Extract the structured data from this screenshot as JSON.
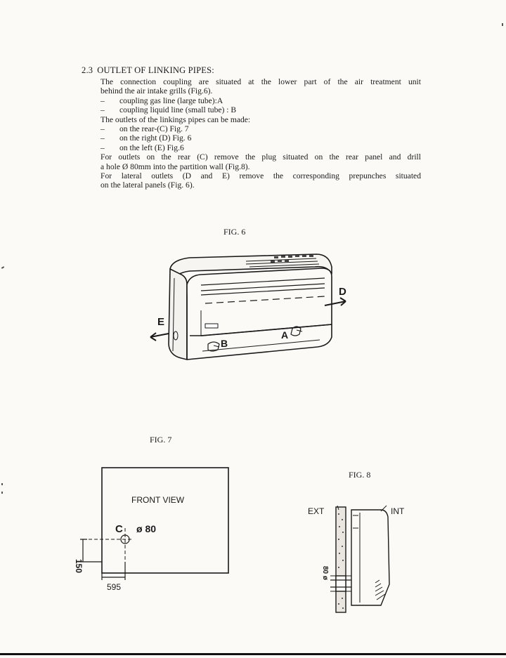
{
  "section": {
    "number": "2.3",
    "title": "OUTLET OF LINKING PIPES:"
  },
  "paragraphs": {
    "intro_1": "The connection coupling are situated at the lower part of the air treatment unit",
    "intro_2": "behind the air intake grills (Fig.6).",
    "coupling_items": [
      {
        "dash": "–",
        "text": "coupling gas line  (large tube):A"
      },
      {
        "dash": "–",
        "text": "coupling liquid line (small tube) : B"
      }
    ],
    "outlets_intro": "The outlets of the linkings pipes can be made:",
    "outlet_items": [
      {
        "dash": "–",
        "text": "on the rear-(C) Fig. 7"
      },
      {
        "dash": "–",
        "text": "on the right (D) Fig. 6"
      },
      {
        "dash": "–",
        "text": "on the left (E) Fig.6"
      }
    ],
    "rear_1": "For outlets on the rear (C) remove the plug situated on the rear panel and drill",
    "rear_2": "a hole  Ø 80mm into the partition wall (Fig.8).",
    "lateral_1": "For lateral outlets (D and E) remove the corresponding prepunches situated",
    "lateral_2": "on the lateral panels (Fig. 6)."
  },
  "figures": {
    "fig6": {
      "caption": "FIG. 6",
      "labels": {
        "d": "D",
        "e": "E",
        "a": "A",
        "b": "B"
      }
    },
    "fig7": {
      "caption": "FIG. 7",
      "view_label": "FRONT VIEW",
      "hole_label": "C",
      "diameter_label": "ø 80",
      "height_dim": "150",
      "width_dim": "595"
    },
    "fig8": {
      "caption": "FIG. 8",
      "ext_label": "EXT",
      "int_label": "INT",
      "diameter_label": "80 ø"
    }
  }
}
